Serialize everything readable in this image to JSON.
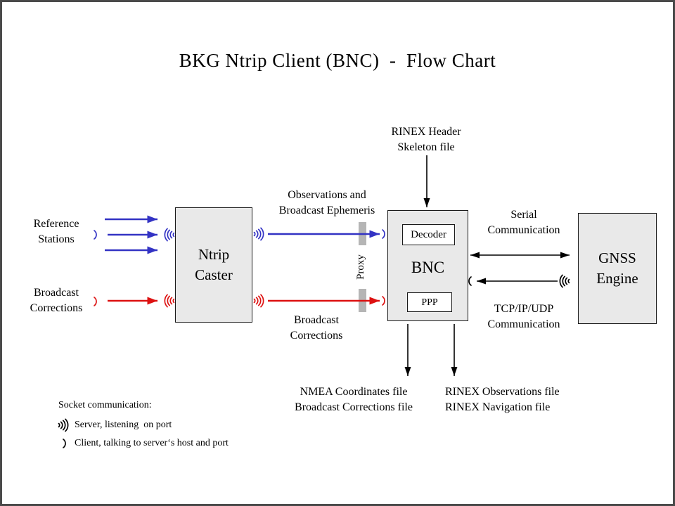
{
  "title": "BKG Ntrip Client (BNC)  -  Flow Chart",
  "nodes": {
    "ntrip_caster": "Ntrip\nCaster",
    "bnc": "BNC",
    "decoder": "Decoder",
    "ppp": "PPP",
    "gnss": "GNSS\nEngine"
  },
  "labels": {
    "reference_stations": "Reference\nStations",
    "broadcast_corrections_left": "Broadcast\nCorrections",
    "observations": "Observations and\nBroadcast Ephemeris",
    "broadcast_corrections_mid": "Broadcast\nCorrections",
    "rinex_header": "RINEX Header\nSkeleton file",
    "serial": "Serial\nCommunication",
    "tcpip": "TCP/IP/UDP\nCommunication",
    "proxy": "Proxy",
    "nmea_files": "NMEA Coordinates file\nBroadcast Corrections file",
    "rinex_files": "RINEX Observations file\nRINEX Navigation file"
  },
  "legend": {
    "heading": "Socket communication:",
    "server": "Server, listening  on port",
    "client": "Client, talking to server‘s host and port"
  },
  "colors": {
    "blue": "#3333c4",
    "red": "#dd1111",
    "box_fill": "#e9e9e9",
    "proxy_bar": "#b5b5b5",
    "frame": "#4a4a4a"
  }
}
